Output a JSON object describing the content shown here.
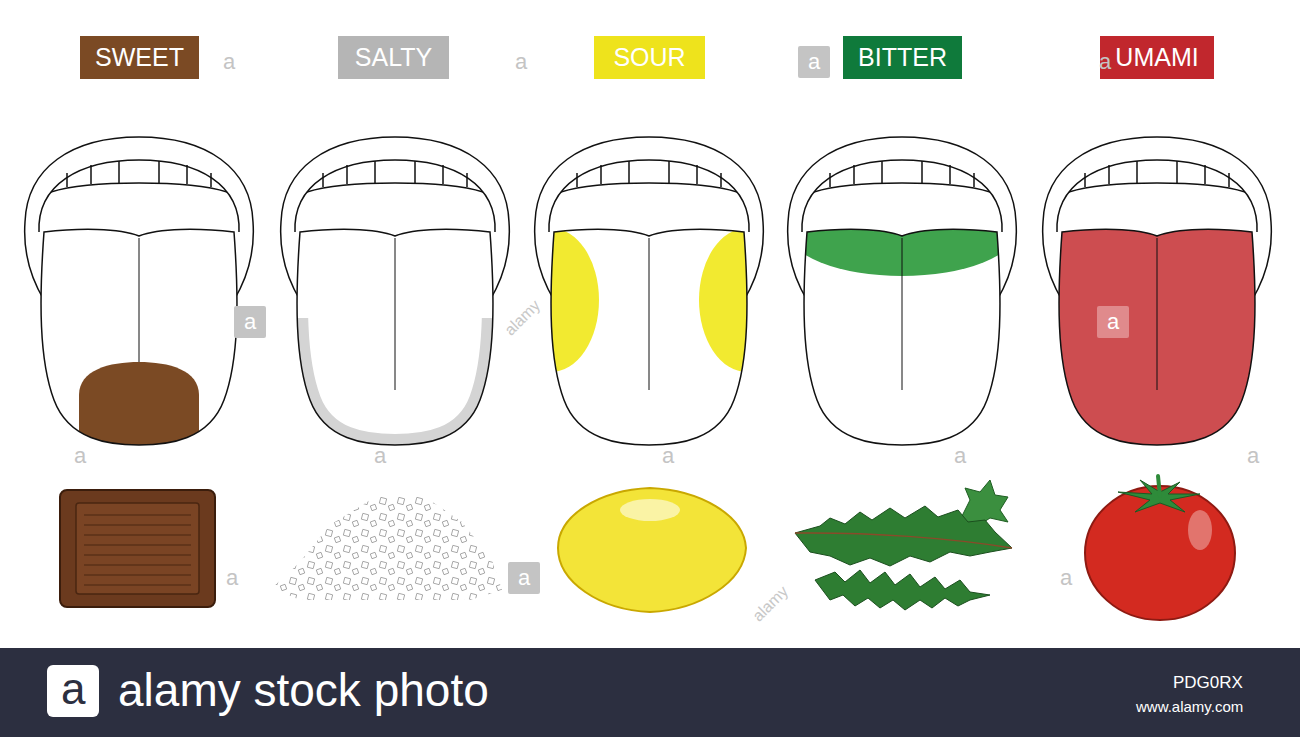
{
  "diagram": {
    "nodes": [
      {
        "text": [
          "SWEET"
        ]
      },
      {
        "text": [
          "SALTY"
        ]
      },
      {
        "text": [
          "SOUR"
        ]
      },
      {
        "text": [
          "BITTER"
        ]
      },
      {
        "text": [
          "UMAMI"
        ]
      }
    ],
    "labels": [
      "a",
      "a",
      "a",
      "a",
      "a",
      "a",
      "alamy",
      "a",
      "a",
      "a",
      "a",
      "a",
      "a",
      "a",
      "alamy",
      "a",
      "a",
      "alamy stock photo",
      "PDG0RX",
      "www.alamy.com"
    ]
  }
}
